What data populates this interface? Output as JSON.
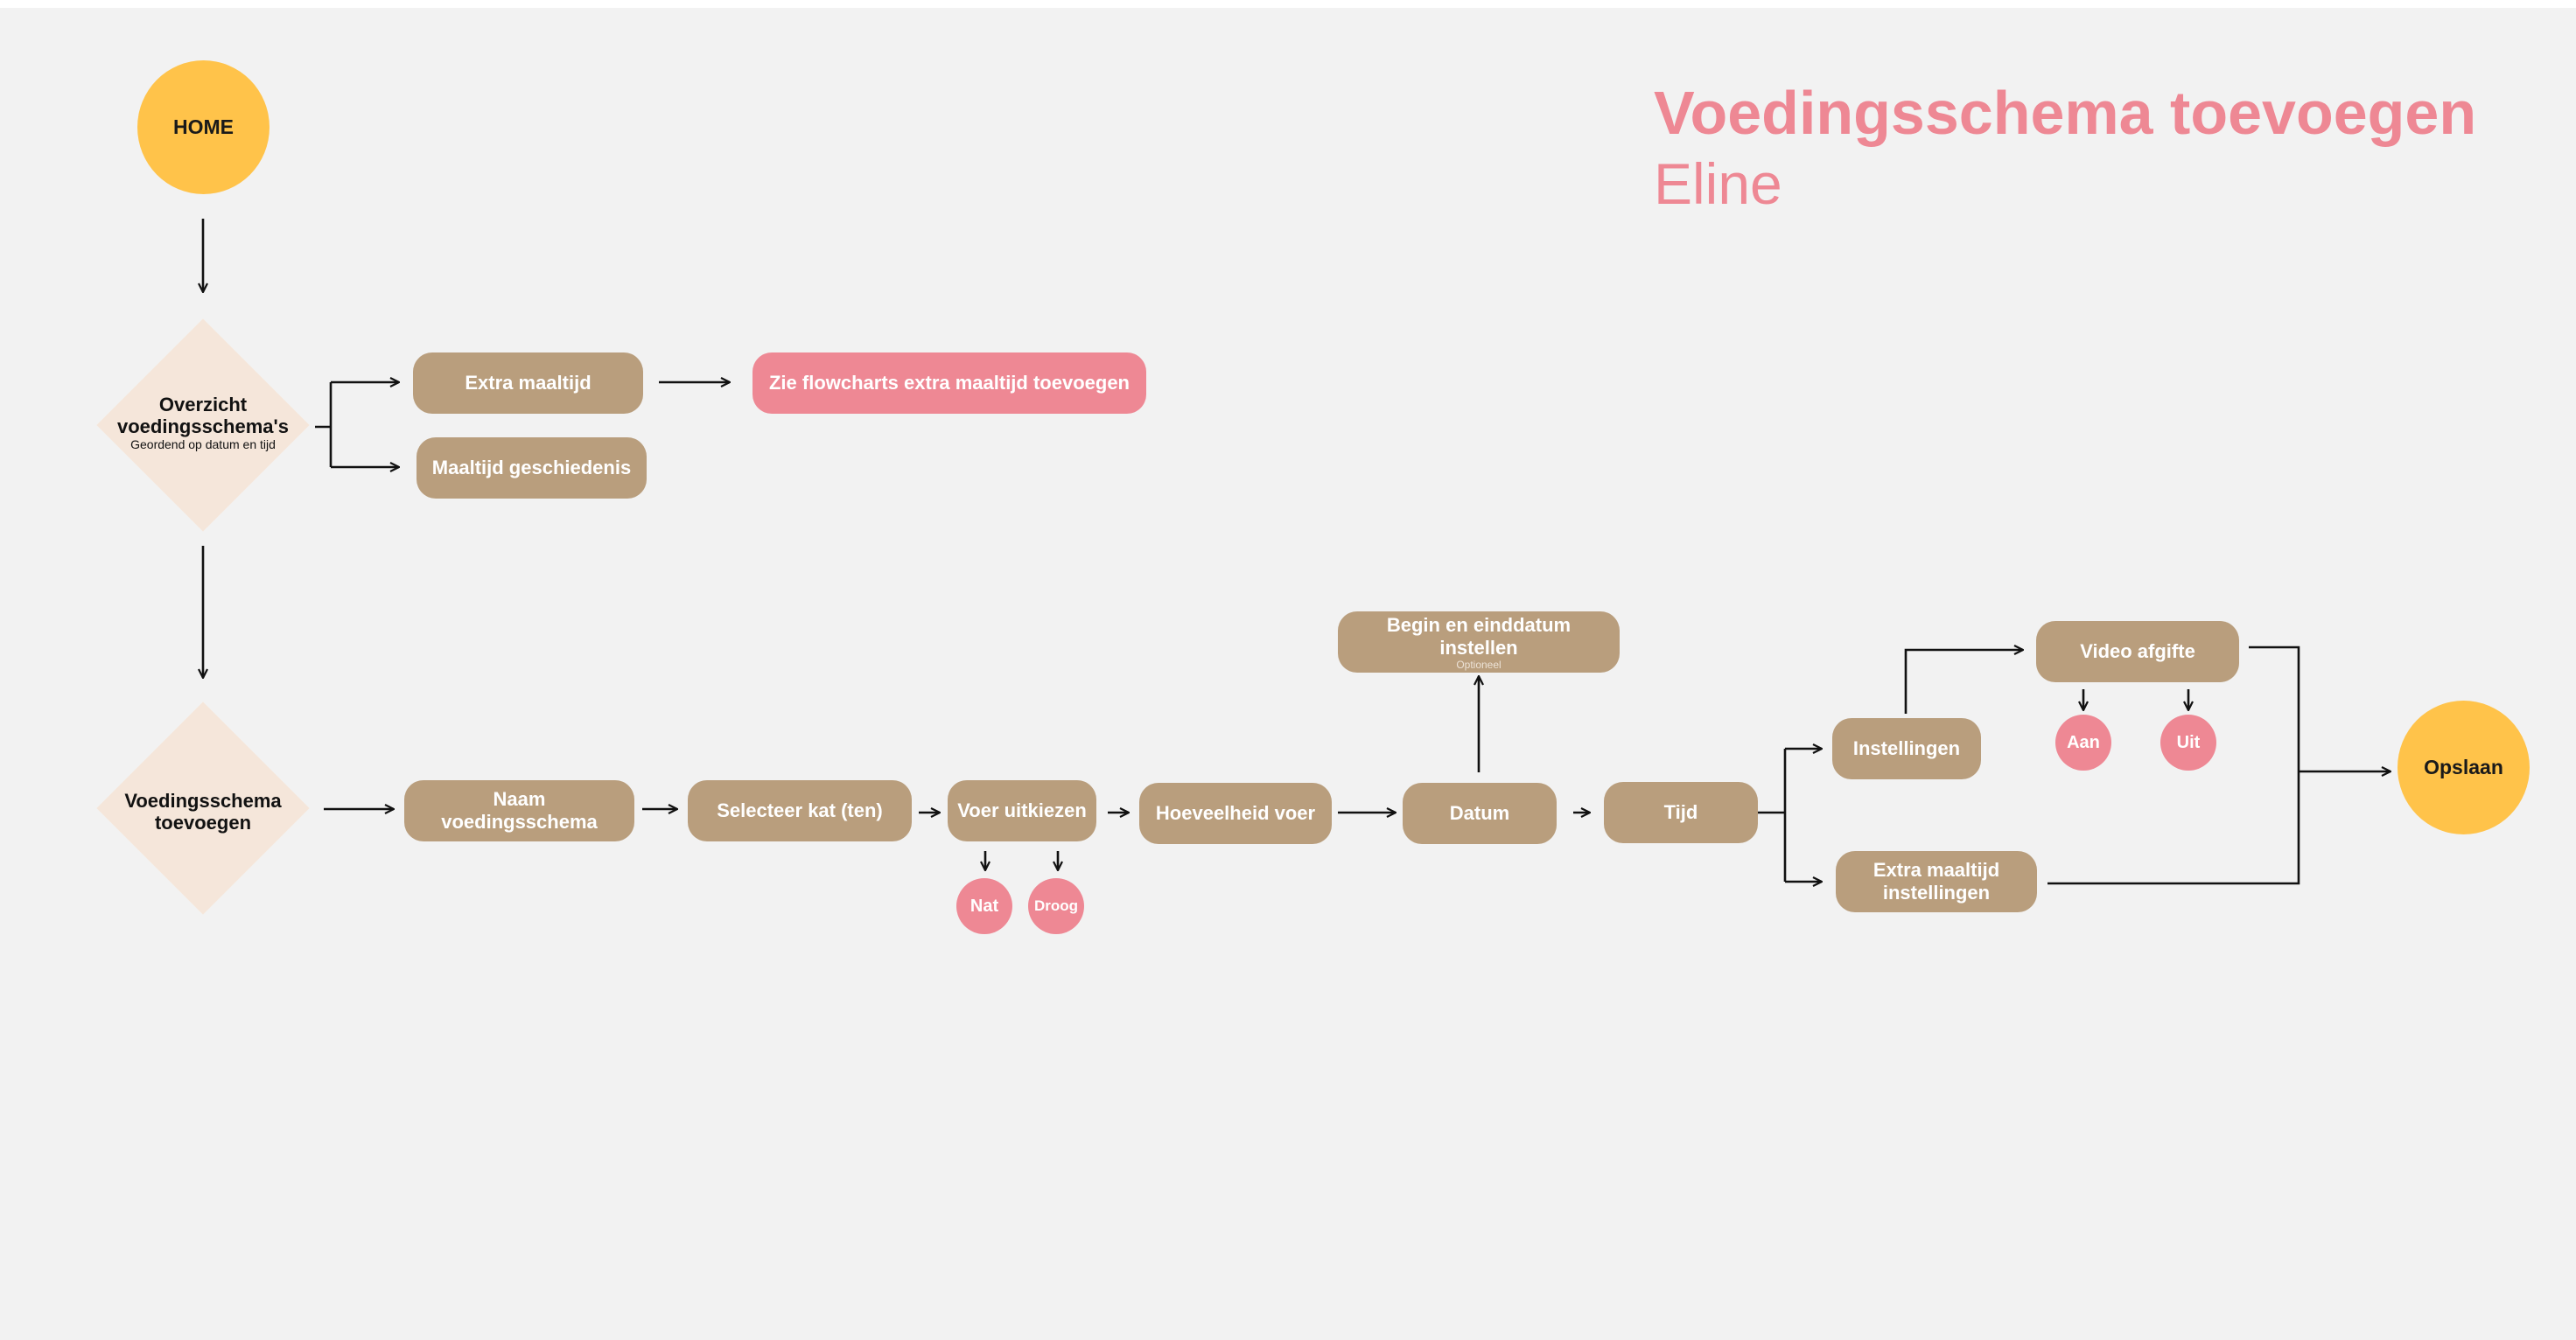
{
  "title": "Voedingsschema toevoegen",
  "author": "Eline",
  "colors": {
    "background": "#f2f2f2",
    "step": "#b99e7d",
    "link": "#ee8894",
    "terminal": "#ffc34a",
    "decision": "#f5e6da",
    "title": "#ee8894"
  },
  "nodes": {
    "home": "HOME",
    "overzicht": "Overzicht voedingsschema's",
    "overzicht_note": "Geordend op datum en tijd",
    "extra_maaltijd": "Extra maaltijd",
    "zie_flowcharts": "Zie flowcharts extra maaltijd toevoegen",
    "maaltijd_geschiedenis": "Maaltijd geschiedenis",
    "voedingsschema_toevoegen": "Voedingsschema toevoegen",
    "naam_voedingsschema": "Naam voedingsschema",
    "selecteer_kat": "Selecteer kat (ten)",
    "voer_uitkiezen": "Voer uitkiezen",
    "nat": "Nat",
    "droog": "Droog",
    "hoeveelheid_voer": "Hoeveelheid voer",
    "datum": "Datum",
    "begin_einddatum": "Begin en einddatum instellen",
    "begin_einddatum_note": "Optioneel",
    "tijd": "Tijd",
    "instellingen": "Instellingen",
    "video_afgifte": "Video afgifte",
    "aan": "Aan",
    "uit": "Uit",
    "extra_maaltijd_instellingen": "Extra maaltijd instellingen",
    "opslaan": "Opslaan"
  }
}
